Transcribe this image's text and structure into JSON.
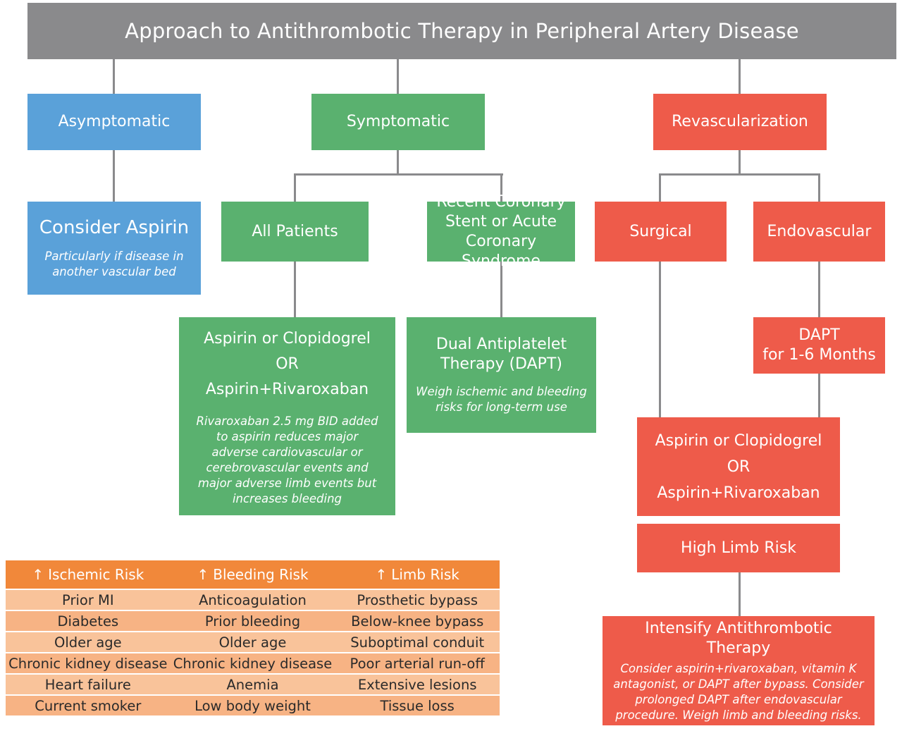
{
  "title": "Approach to Antithrombotic Therapy in Peripheral Artery Disease",
  "asymptomatic": {
    "label": "Asymptomatic",
    "consider_title": "Consider Aspirin",
    "consider_note": "Particularly if disease in another vascular bed"
  },
  "symptomatic": {
    "label": "Symptomatic",
    "all_patients": "All Patients",
    "recent_coronary": "Recent Coronary Stent or Acute Coronary Syndrome",
    "therapy_line1": "Aspirin or Clopidogrel",
    "therapy_or": "OR",
    "therapy_line2": "Aspirin+Rivaroxaban",
    "therapy_note": "Rivaroxaban 2.5 mg BID added to aspirin reduces major adverse cardiovascular or cerebrovascular events and major adverse limb events but increases bleeding",
    "dapt_title": "Dual Antiplatelet Therapy (DAPT)",
    "dapt_note": "Weigh ischemic and bleeding risks for long-term use"
  },
  "revascularization": {
    "label": "Revascularization",
    "surgical": "Surgical",
    "endovascular": "Endovascular",
    "dapt_line1": "DAPT",
    "dapt_line2": "for 1-6 Months",
    "therapy_line1": "Aspirin or Clopidogrel",
    "therapy_or": "OR",
    "therapy_line2": "Aspirin+Rivaroxaban",
    "high_limb_risk": "High Limb Risk",
    "intensify_title": "Intensify Antithrombotic Therapy",
    "intensify_note": "Consider aspirin+rivaroxaban, vitamin K antagonist, or DAPT after bypass. Consider prolonged DAPT after endovascular procedure. Weigh limb and bleeding risks."
  },
  "risk_table": {
    "arrow_symbol": "↑",
    "headers": [
      "Ischemic Risk",
      "Bleeding Risk",
      "Limb Risk"
    ],
    "rows": [
      [
        "Prior MI",
        "Anticoagulation",
        "Prosthetic bypass"
      ],
      [
        "Diabetes",
        "Prior bleeding",
        "Below-knee bypass"
      ],
      [
        "Older age",
        "Older age",
        "Suboptimal conduit"
      ],
      [
        "Chronic kidney disease",
        "Chronic kidney disease",
        "Poor arterial run-off"
      ],
      [
        "Heart failure",
        "Anemia",
        "Extensive lesions"
      ],
      [
        "Current smoker",
        "Low body weight",
        "Tissue loss"
      ]
    ]
  },
  "colors": {
    "title_bar": "#8a8a8c",
    "asymptomatic": "#5aa1d9",
    "symptomatic": "#5ab16f",
    "revascularization": "#ee5b4a",
    "table_header": "#f1883a",
    "table_row_light": "#f9c39a",
    "table_row_dark": "#f7b384"
  }
}
